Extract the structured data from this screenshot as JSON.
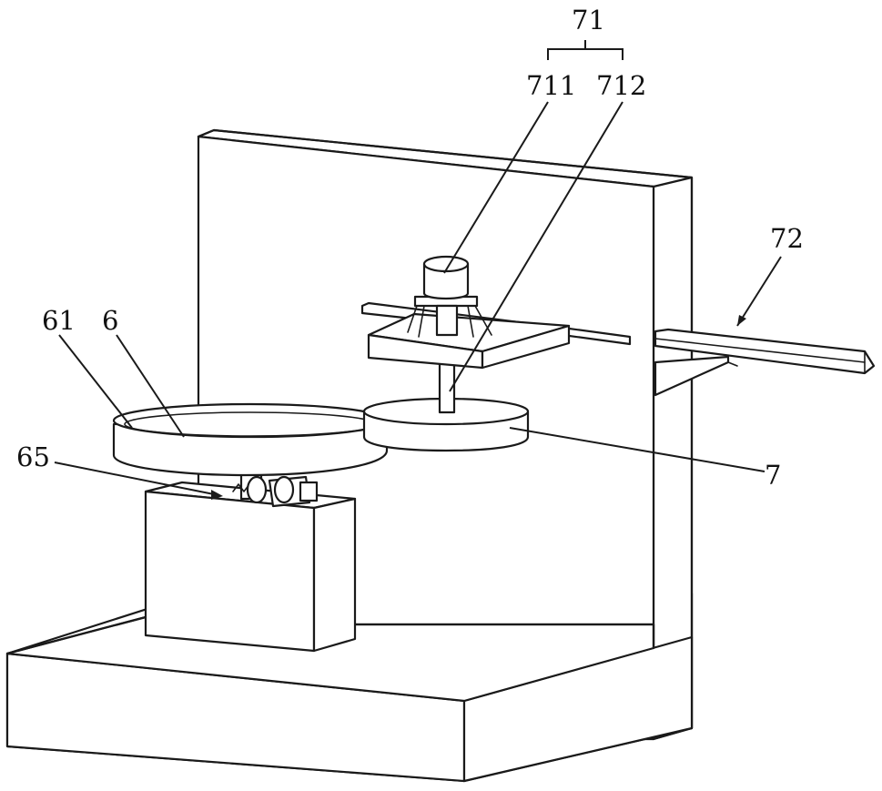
{
  "labels": {
    "l71": "71",
    "l711": "711",
    "l712": "712",
    "l72": "72",
    "l61": "61",
    "l6": "6",
    "l65": "65",
    "l7": "7"
  }
}
